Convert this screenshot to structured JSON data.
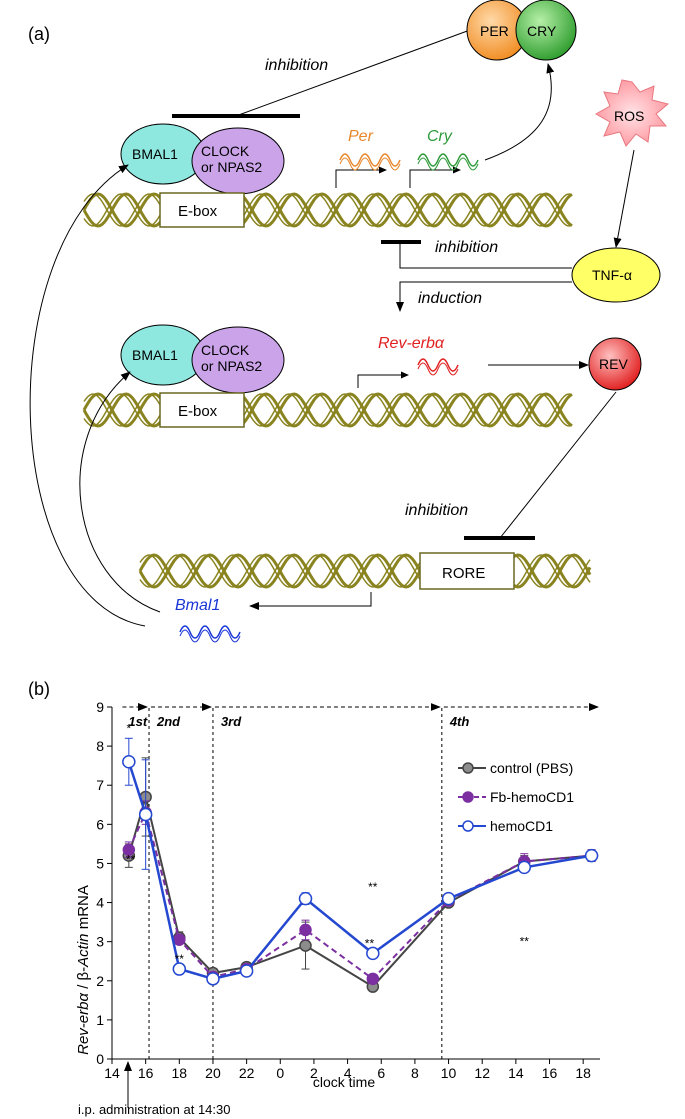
{
  "panel_a": {
    "label": "(a)",
    "inhibition_top": "inhibition",
    "inhibition_mid": "inhibition",
    "induction": "induction",
    "inhibition_bottom": "inhibition",
    "per_protein": "PER",
    "cry_protein": "CRY",
    "ros": "ROS",
    "tnf": "TNF-α",
    "rev_protein": "REV",
    "complex_top": {
      "bmal1": "BMAL1",
      "clock_line1": "CLOCK",
      "clock_line2": "or NPAS2"
    },
    "complex_mid": {
      "bmal1": "BMAL1",
      "clock_line1": "CLOCK",
      "clock_line2": "or NPAS2"
    },
    "ebox_top": "E-box",
    "ebox_mid": "E-box",
    "rore": "RORE",
    "per_gene": "Per",
    "cry_gene": "Cry",
    "rev_gene": "Rev-erbα",
    "bmal1_gene": "Bmal1",
    "colors": {
      "per": "#e8862a",
      "cry": "#2e9a3a",
      "rev": "#e02020",
      "bmal1": "#1a35d6",
      "dna": "#8a8420",
      "cyan": "#8ee8e0",
      "purple": "#caa3e8",
      "tnf": "#ffff66",
      "ros": "#ff9aa0"
    }
  },
  "panel_b": {
    "label": "(b)",
    "admin_note": "i.p. administration at 14:30",
    "phase_labels": [
      "1st",
      "2nd",
      "3rd",
      "4th"
    ],
    "significance": [
      "*",
      "**",
      "**",
      "**",
      "**",
      "**"
    ]
  },
  "chart_data": {
    "type": "line",
    "xlabel": "clock time",
    "ylabel_parts": [
      "Rev-erbα",
      " / β-",
      "Actin",
      " mRNA"
    ],
    "x_ticks": [
      14,
      16,
      18,
      20,
      22,
      0,
      2,
      4,
      6,
      8,
      10,
      12,
      14,
      16,
      18
    ],
    "y_ticks": [
      0,
      1,
      2,
      3,
      4,
      5,
      6,
      7,
      8,
      9
    ],
    "ylim": [
      0,
      9
    ],
    "x_hours": [
      15,
      16,
      18,
      20,
      22,
      25.5,
      29.5,
      34,
      38.5,
      42.5
    ],
    "series": [
      {
        "name": "control (PBS)",
        "color": "#444444",
        "fill": "#8c8c8c",
        "dash": "solid",
        "values": [
          5.2,
          6.7,
          3.1,
          2.2,
          2.35,
          2.9,
          1.85,
          4.0,
          5.05,
          5.2
        ],
        "errors": [
          0.3,
          1.0,
          0.15,
          0.1,
          0.1,
          0.6,
          0.1,
          0.1,
          0.15,
          0.15
        ]
      },
      {
        "name": "Fb-hemoCD1",
        "color": "#7b2fa0",
        "fill": "#7b2fa0",
        "dash": "dashed",
        "values": [
          5.35,
          6.3,
          3.05,
          2.1,
          2.3,
          3.3,
          2.05,
          4.05,
          5.05,
          5.2
        ],
        "errors": [
          0.2,
          0.3,
          0.1,
          0.1,
          0.1,
          0.25,
          0.1,
          0.1,
          0.2,
          0.15
        ]
      },
      {
        "name": "hemoCD1",
        "color": "#2448d0",
        "fill": "#ffffff",
        "dash": "solid",
        "values": [
          7.6,
          6.25,
          2.3,
          2.05,
          2.25,
          4.1,
          2.7,
          4.1,
          4.9,
          5.2
        ],
        "errors": [
          0.6,
          1.4,
          0.1,
          0.1,
          0.1,
          0.15,
          0.1,
          0.1,
          0.1,
          0.1
        ]
      }
    ]
  }
}
